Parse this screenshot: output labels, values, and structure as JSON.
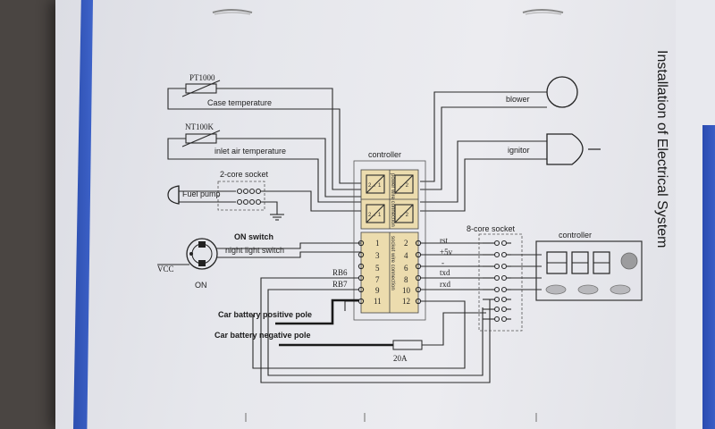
{
  "title": "Installation of Electrical System",
  "sensors": {
    "pt1000": "PT1000",
    "case_temp": "Case temperature",
    "nt100k": "NT100K",
    "inlet_temp": "inlet air temperature"
  },
  "socket2": {
    "label": "2-core socket",
    "fuel_pump": "Fuel pump"
  },
  "switches": {
    "on_switch": "ON switch",
    "night_light": "night light switch",
    "vcc": "VCC",
    "on": "ON"
  },
  "blower": "blower",
  "ignitor": "ignitor",
  "controller": {
    "label": "controller",
    "upper_vertical": "power wire connection",
    "lower_vertical": "socket wire connection",
    "relay_labels": [
      "2→ 1",
      "→ 2",
      "2→ 1",
      "→ 2"
    ],
    "pins_left": [
      "1",
      "3",
      "5",
      "7",
      "9",
      "11"
    ],
    "pins_right": [
      "2",
      "4",
      "6",
      "8",
      "10",
      "12"
    ],
    "rb6": "RB6",
    "rb7": "RB7"
  },
  "signals": [
    "rst",
    "+5v",
    "-",
    "txd",
    "rxd"
  ],
  "socket8": {
    "label": "8-core socket"
  },
  "display_controller": {
    "label": "controller"
  },
  "battery": {
    "positive": "Car battery positive pole",
    "negative": "Car battery negative pole",
    "fuse": "20A"
  }
}
